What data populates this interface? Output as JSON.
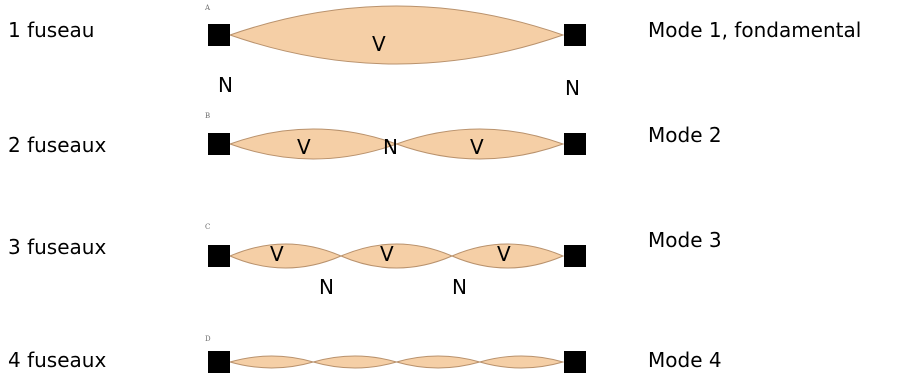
{
  "colors": {
    "lobe_fill": "#f5cfa6",
    "lobe_stroke": "#b9926d",
    "clamp": "#000000"
  },
  "icons": {
    "clamp": "black-square-clamp"
  },
  "rows": [
    {
      "letter": "A",
      "label": "1 fuseau",
      "mode": "Mode 1, fondamental",
      "lobes": 1,
      "v_labels": [
        "V"
      ],
      "n_labels": [
        "N",
        "N"
      ]
    },
    {
      "letter": "B",
      "label": "2 fuseaux",
      "mode": "Mode 2",
      "lobes": 2,
      "v_labels": [
        "V",
        "V"
      ],
      "n_labels": [
        "N"
      ]
    },
    {
      "letter": "C",
      "label": "3 fuseaux",
      "mode": "Mode 3",
      "lobes": 3,
      "v_labels": [
        "V",
        "V",
        "V"
      ],
      "n_labels": [
        "N",
        "N"
      ]
    },
    {
      "letter": "D",
      "label": "4 fuseaux",
      "mode": "Mode 4",
      "lobes": 4,
      "v_labels": [],
      "n_labels": []
    }
  ]
}
